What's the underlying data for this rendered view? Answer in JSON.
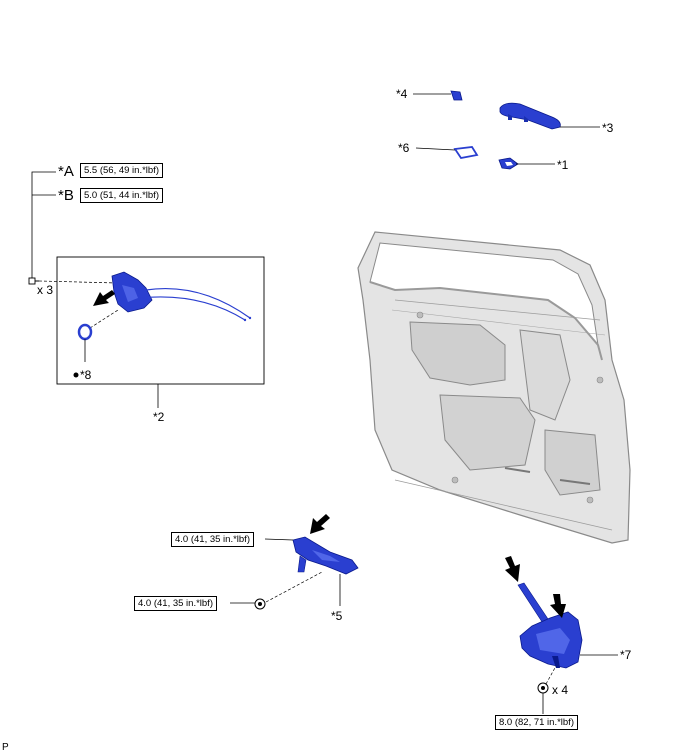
{
  "diagram": {
    "legend": [
      {
        "key": "*A",
        "value": "5.5 (56, 49 in.*lbf)"
      },
      {
        "key": "*B",
        "value": "5.0 (51, 44 in.*lbf)"
      }
    ],
    "callouts": {
      "c1": "*1",
      "c2": "*2",
      "c3": "*3",
      "c4": "*4",
      "c5": "*5",
      "c6": "*6",
      "c7": "*7",
      "c8": "*8"
    },
    "quantities": {
      "lock_bolts": "x 3",
      "regulator_bolts": "x 4"
    },
    "torques": {
      "handle_frame_upper": "4.0 (41, 35 in.*lbf)",
      "handle_frame_lower": "4.0 (41, 35 in.*lbf)",
      "regulator_bolt": "8.0 (82, 71 in.*lbf)"
    },
    "footer": "P",
    "colors": {
      "part_blue": "#2a3fd0",
      "part_dark": "#0a1a8c",
      "door_gray": "#d7d7d7",
      "door_line": "#8a8a8a"
    }
  }
}
